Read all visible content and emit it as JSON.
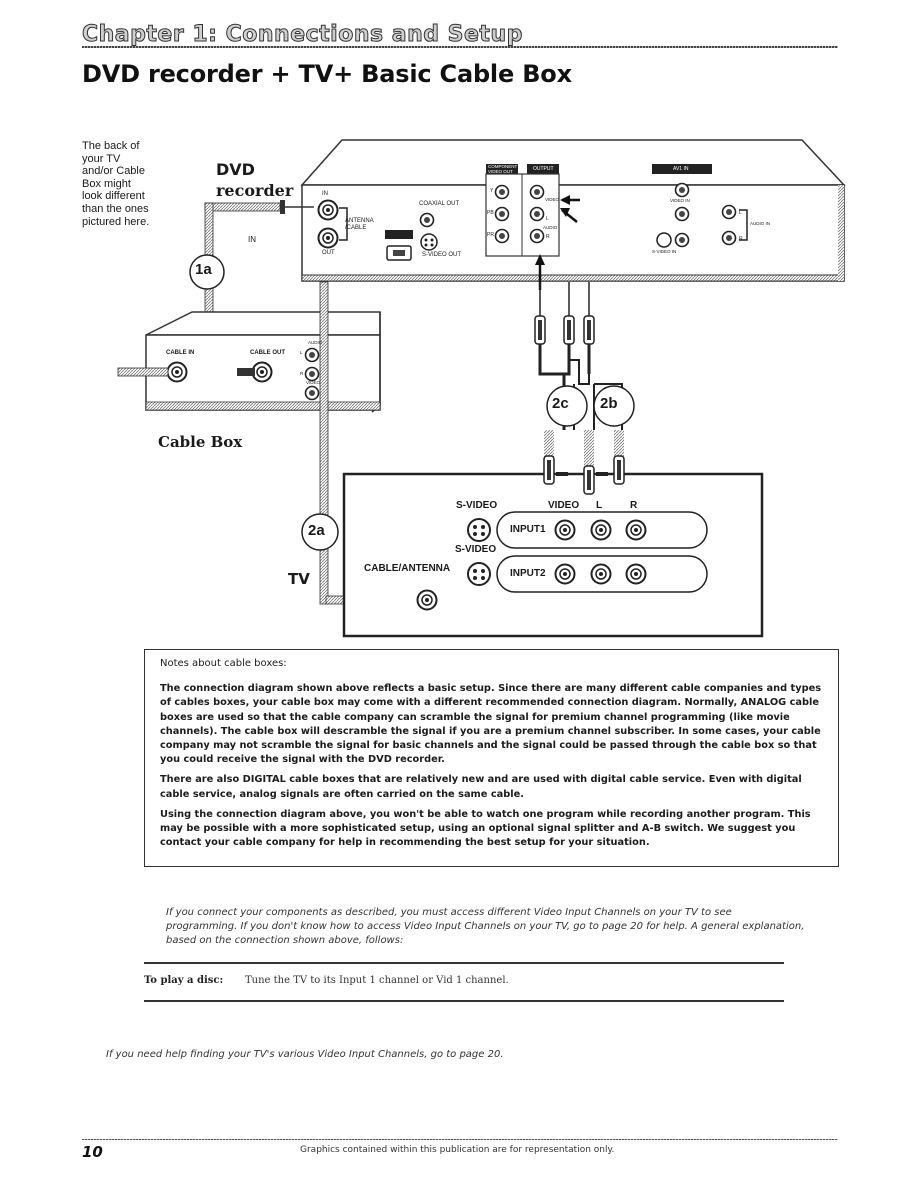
{
  "header": {
    "chapter": "Chapter 1: Connections and Setup",
    "title": "DVD recorder + TV+ Basic Cable Box"
  },
  "diagram": {
    "back_note": [
      "The back of",
      "your TV",
      "and/or Cable",
      "Box might",
      "look different",
      "than the ones",
      "pictured here."
    ],
    "dvd_label": "DVD",
    "recorder_label": "recorder",
    "cable_box_label": "Cable Box",
    "tv_label": "TV",
    "callouts": {
      "c1a": "1a",
      "c2a": "2a",
      "c2b": "2b",
      "c2c": "2c"
    },
    "dvd_panel": {
      "in": "IN",
      "antenna_cable": [
        "ANTENNA",
        "/CABLE"
      ],
      "out": "OUT",
      "coaxial_out": "COAXIAL OUT",
      "svideo_out": "S-VIDEO OUT",
      "component_video_out": [
        "COMPONENT",
        "VIDEO OUT"
      ],
      "output": "OUTPUT",
      "video": "VIDEO",
      "audio": "AUDIO",
      "l": "L",
      "r": "R",
      "y": "Y",
      "pb": "PB",
      "pr": "PR",
      "av1_in": "AV1 IN",
      "video_in": "VIDEO IN",
      "audio_in": "AUDIO IN",
      "svideo_in": "S-VIDEO IN"
    },
    "cable_panel": {
      "cable_in": "CABLE IN",
      "cable_out": "CABLE OUT",
      "audio": "AUDIO",
      "video": "VIDEO",
      "l": "L",
      "r": "R"
    },
    "tv_panel": {
      "svideo_header": "S-VIDEO",
      "video_header": "VIDEO",
      "l_header": "L",
      "r_header": "R",
      "svideo_mid": "S-VIDEO",
      "input1": "INPUT1",
      "input2": "INPUT2",
      "cable_antenna": "CABLE/ANTENNA"
    }
  },
  "notes": {
    "title": "Notes about cable boxes:",
    "paragraphs": [
      "The connection diagram shown above reflects a basic setup. Since there are many different cable companies and types of cables boxes, your cable box may come with a different recommended connection diagram. Normally, ANALOG cable boxes are used so that the cable company can scramble the signal for premium channel programming (like movie channels). The cable box will descramble the signal if you are a premium channel subscriber. In some cases, your cable company may not scramble the signal for basic channels and the signal could be passed through the cable box so that you could receive the signal with the DVD recorder.",
      "There are also DIGITAL cable boxes that are relatively new and are used with digital cable service. Even with digital cable service, analog signals are often carried on the same cable.",
      "Using the connection diagram above, you won't be able to watch one program while recording another program. This may be possible with a more sophisticated setup, using an optional signal splitter and A-B switch. We suggest you contact your cable company for help in recommending the best setup for your situation."
    ]
  },
  "intro": "If you connect your components as described, you must access different Video Input Channels on your TV to see programming. If you don't know how to access Video Input Channels on your TV, go to page 20 for help. A general explanation, based on the connection shown above, follows:",
  "play": {
    "label": "To play a disc:",
    "text": "Tune the TV to its Input 1 channel or Vid 1 channel."
  },
  "footnote": "If you need help finding your TV's various Video Input Channels, go to page 20.",
  "footer": {
    "page_number": "10",
    "text": "Graphics contained within this publication are for representation only."
  }
}
